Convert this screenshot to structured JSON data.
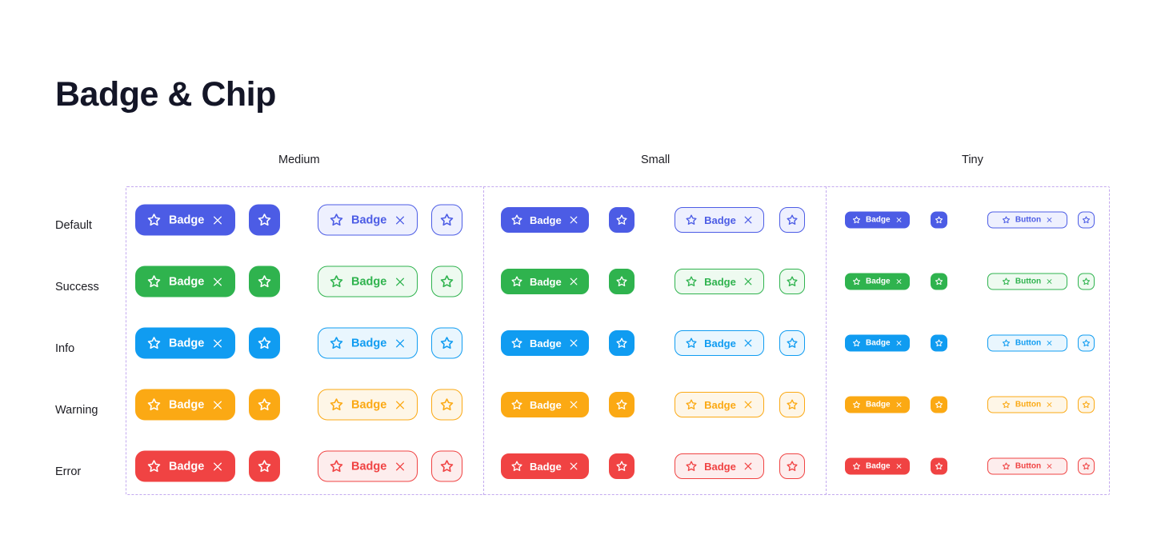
{
  "page": {
    "title": "Badge & Chip",
    "background_color": "#ffffff",
    "title_color": "#141627",
    "grid_border_color": "#c3a9ef"
  },
  "columns": [
    {
      "key": "medium",
      "label": "Medium"
    },
    {
      "key": "small",
      "label": "Small"
    },
    {
      "key": "tiny",
      "label": "Tiny"
    }
  ],
  "rows": [
    {
      "key": "default",
      "label": "Default",
      "solid": "#4c5ce5",
      "tint": "#eef0fe",
      "text_on_solid": "#ffffff"
    },
    {
      "key": "success",
      "label": "Success",
      "solid": "#2fb34e",
      "tint": "#eefaf0",
      "text_on_solid": "#ffffff"
    },
    {
      "key": "info",
      "label": "Info",
      "solid": "#109cf1",
      "tint": "#e9f6fe",
      "text_on_solid": "#ffffff"
    },
    {
      "key": "warning",
      "label": "Warning",
      "solid": "#fba914",
      "tint": "#fef6e7",
      "text_on_solid": "#ffffff"
    },
    {
      "key": "error",
      "label": "Error",
      "solid": "#f04343",
      "tint": "#fdeded",
      "text_on_solid": "#ffffff"
    }
  ],
  "labels": {
    "badge": "Badge",
    "button": "Button"
  },
  "icons": {
    "star": "star-icon",
    "close": "close-icon"
  },
  "variants": [
    {
      "key": "solid-label",
      "style": "solid",
      "has_label": true,
      "has_close": true
    },
    {
      "key": "solid-icon",
      "style": "solid",
      "has_label": false,
      "has_close": false
    },
    {
      "key": "outline-label",
      "style": "outline",
      "has_label": true,
      "has_close": true
    },
    {
      "key": "outline-icon",
      "style": "outline",
      "has_label": false,
      "has_close": false
    }
  ],
  "cell_labels": {
    "medium": {
      "solid": "Badge",
      "outline": "Badge"
    },
    "small": {
      "solid": "Badge",
      "outline": "Badge"
    },
    "tiny": {
      "solid": "Badge",
      "outline": "Button"
    }
  }
}
